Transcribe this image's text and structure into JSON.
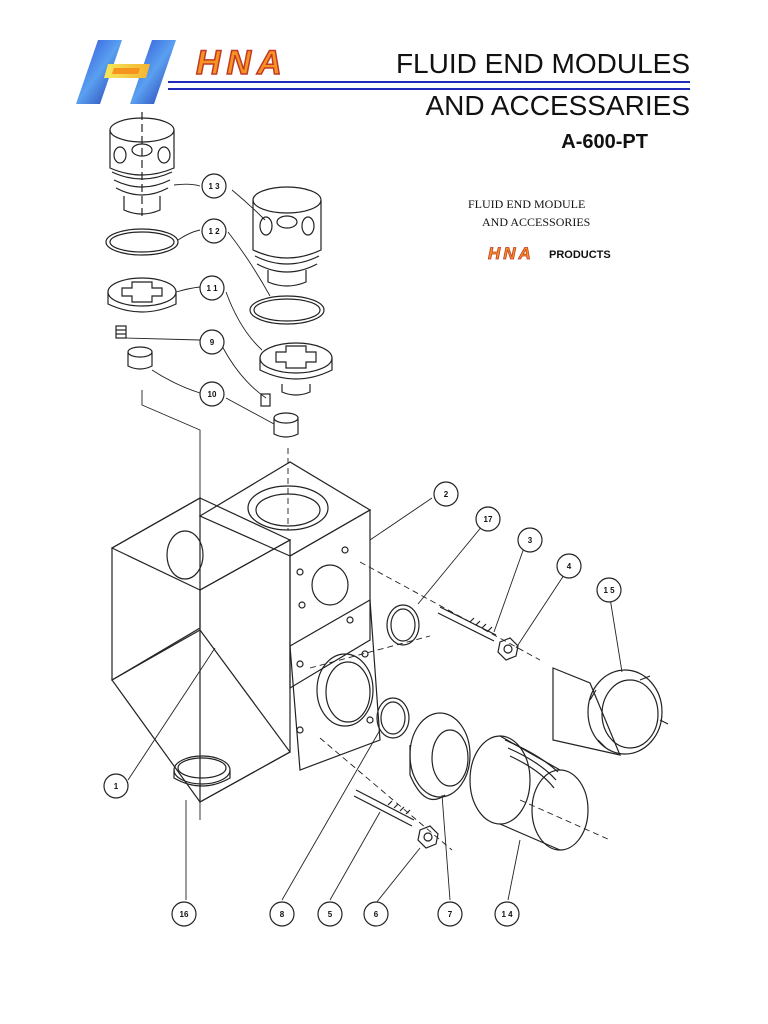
{
  "header": {
    "brand": "HNA",
    "title_line1": "FLUID END MODULES",
    "title_line2": "AND ACCESSARIES",
    "model": "A-600-PT"
  },
  "subheader": {
    "line1": "FLUID END MODULE",
    "line2": "AND ACCESSORIES",
    "brand": "HNA",
    "products": "PRODUCTS"
  },
  "colors": {
    "accent_blue": "#1f2bb8",
    "brand_orange": "#f7941d",
    "brand_outline": "#c0392b"
  },
  "callouts": [
    {
      "id": "callout-13",
      "label": "1 3"
    },
    {
      "id": "callout-12",
      "label": "1 2"
    },
    {
      "id": "callout-11",
      "label": "1 1"
    },
    {
      "id": "callout-9",
      "label": "9"
    },
    {
      "id": "callout-10",
      "label": "10"
    },
    {
      "id": "callout-2",
      "label": "2"
    },
    {
      "id": "callout-17",
      "label": "17"
    },
    {
      "id": "callout-3",
      "label": "3"
    },
    {
      "id": "callout-4",
      "label": "4"
    },
    {
      "id": "callout-15",
      "label": "1 5"
    },
    {
      "id": "callout-1",
      "label": "1"
    },
    {
      "id": "callout-16",
      "label": "16"
    },
    {
      "id": "callout-8",
      "label": "8"
    },
    {
      "id": "callout-5",
      "label": "5"
    },
    {
      "id": "callout-6",
      "label": "6"
    },
    {
      "id": "callout-7",
      "label": "7"
    },
    {
      "id": "callout-14",
      "label": "1 4"
    }
  ]
}
